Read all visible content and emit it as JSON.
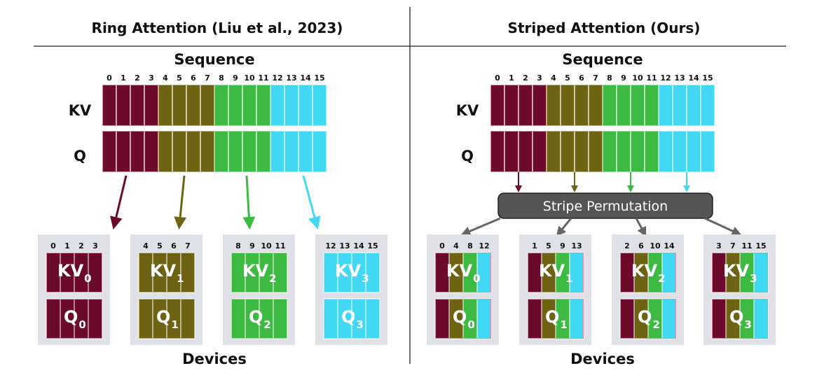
{
  "colors": {
    "device0": "#6b0a2a",
    "device1": "#6e6313",
    "device2": "#3cba41",
    "device3": "#40d8f2",
    "cell_border": "#ffffff",
    "device_box": "#dfe1e6",
    "perm_box": "#555555",
    "perm_arrow": "#666666",
    "divider": "#222222"
  },
  "left_panel": {
    "title": "Ring Attention (Liu et al., 2023)",
    "sequence_label": "Sequence",
    "devices_label": "Devices",
    "rows": [
      "KV",
      "Q"
    ],
    "tokens": [
      "0",
      "1",
      "2",
      "3",
      "4",
      "5",
      "6",
      "7",
      "8",
      "9",
      "10",
      "11",
      "12",
      "13",
      "14",
      "15"
    ],
    "token_device": [
      0,
      0,
      0,
      0,
      1,
      1,
      1,
      1,
      2,
      2,
      2,
      2,
      3,
      3,
      3,
      3
    ],
    "devices": [
      {
        "kv_label": "KV",
        "q_label": "Q",
        "sub": "0",
        "tokens": [
          "0",
          "1",
          "2",
          "3"
        ],
        "cell_devices": [
          0,
          0,
          0,
          0
        ]
      },
      {
        "kv_label": "KV",
        "q_label": "Q",
        "sub": "1",
        "tokens": [
          "4",
          "5",
          "6",
          "7"
        ],
        "cell_devices": [
          1,
          1,
          1,
          1
        ]
      },
      {
        "kv_label": "KV",
        "q_label": "Q",
        "sub": "2",
        "tokens": [
          "8",
          "9",
          "10",
          "11"
        ],
        "cell_devices": [
          2,
          2,
          2,
          2
        ]
      },
      {
        "kv_label": "KV",
        "q_label": "Q",
        "sub": "3",
        "tokens": [
          "12",
          "13",
          "14",
          "15"
        ],
        "cell_devices": [
          3,
          3,
          3,
          3
        ]
      }
    ]
  },
  "right_panel": {
    "title": "Striped Attention (Ours)",
    "sequence_label": "Sequence",
    "devices_label": "Devices",
    "permutation_label": "Stripe Permutation",
    "rows": [
      "KV",
      "Q"
    ],
    "tokens": [
      "0",
      "1",
      "2",
      "3",
      "4",
      "5",
      "6",
      "7",
      "8",
      "9",
      "10",
      "11",
      "12",
      "13",
      "14",
      "15"
    ],
    "token_device": [
      0,
      0,
      0,
      0,
      1,
      1,
      1,
      1,
      2,
      2,
      2,
      2,
      3,
      3,
      3,
      3
    ],
    "devices": [
      {
        "kv_label": "KV",
        "q_label": "Q",
        "sub": "0",
        "tokens": [
          "0",
          "4",
          "8",
          "12"
        ],
        "cell_devices": [
          0,
          1,
          2,
          3
        ]
      },
      {
        "kv_label": "KV",
        "q_label": "Q",
        "sub": "1",
        "tokens": [
          "1",
          "5",
          "9",
          "13"
        ],
        "cell_devices": [
          0,
          1,
          2,
          3
        ]
      },
      {
        "kv_label": "KV",
        "q_label": "Q",
        "sub": "2",
        "tokens": [
          "2",
          "6",
          "10",
          "14"
        ],
        "cell_devices": [
          0,
          1,
          2,
          3
        ]
      },
      {
        "kv_label": "KV",
        "q_label": "Q",
        "sub": "3",
        "tokens": [
          "3",
          "7",
          "11",
          "15"
        ],
        "cell_devices": [
          0,
          1,
          2,
          3
        ]
      }
    ]
  }
}
